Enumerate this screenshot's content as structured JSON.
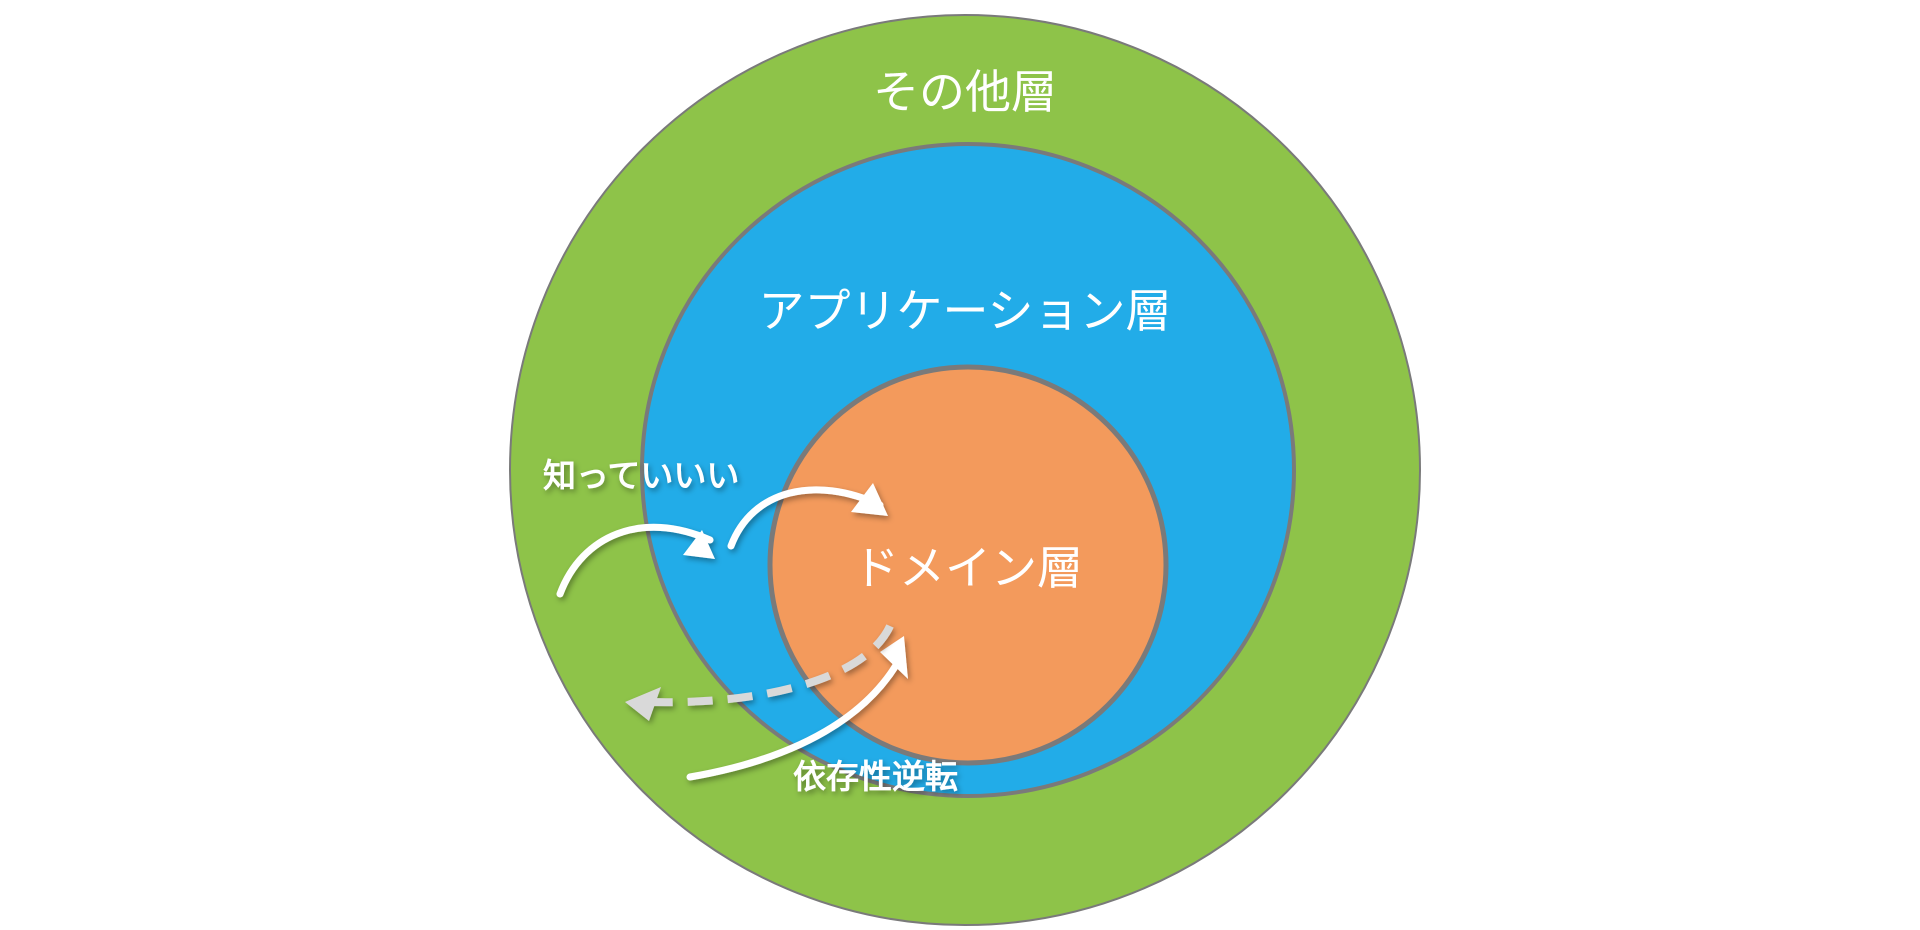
{
  "colors": {
    "outer_layer": "#8ec349",
    "application_layer": "#22ace8",
    "domain_layer": "#f39a5c",
    "ring_border": "#7a7a7a",
    "arrow": "#ffffff",
    "dashed_arrow": "#d9d9d9"
  },
  "layers": {
    "outer": "その他層",
    "application": "アプリケーション層",
    "domain": "ドメイン層"
  },
  "notes": {
    "allowed": "知っていいい",
    "inversion": "依存性逆転"
  }
}
